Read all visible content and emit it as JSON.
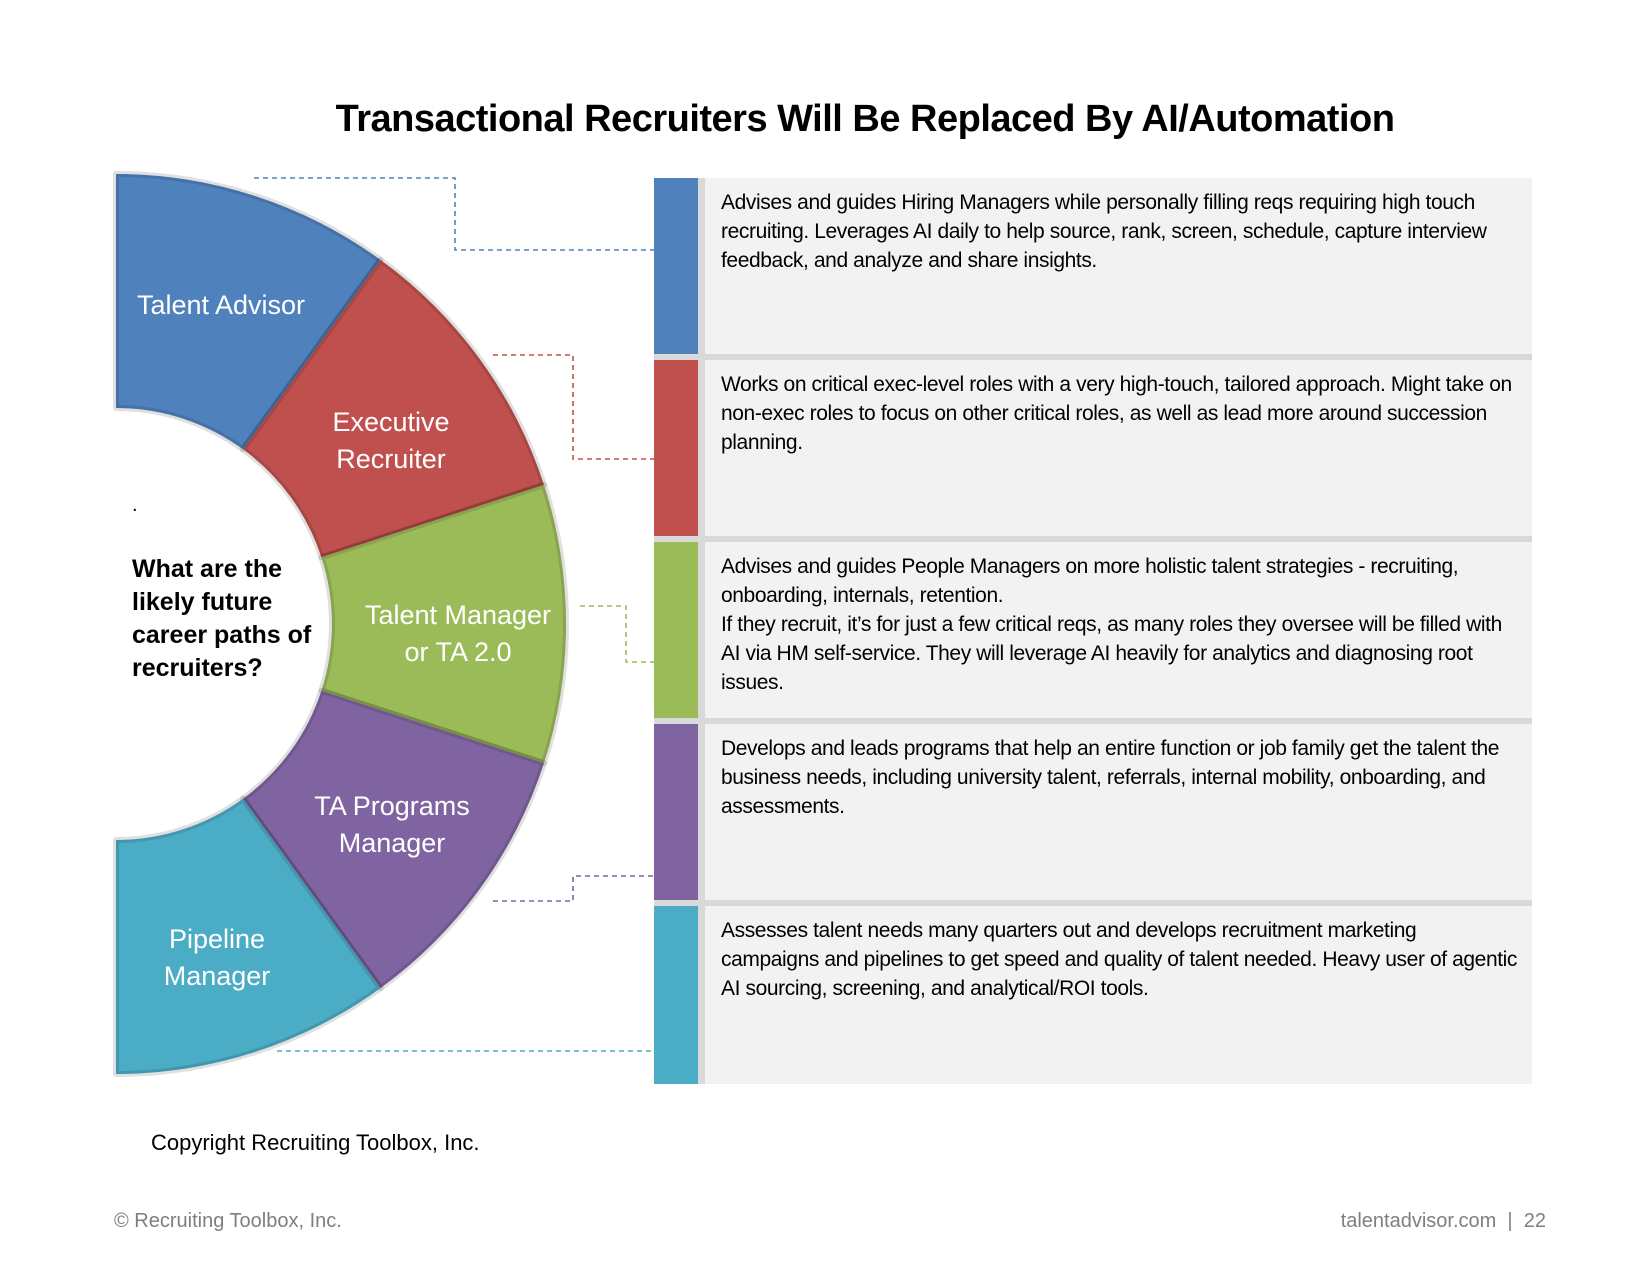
{
  "title": "Transactional Recruiters Will Be Replaced By AI/Automation",
  "question": "What are the likely future career paths of recruiters?",
  "dot": ".",
  "segments": [
    {
      "label_lines": [
        "Talent Advisor"
      ],
      "color": "#4F81BD",
      "description": "Advises and guides Hiring Managers while personally filling reqs requiring high touch recruiting. Leverages AI daily to help source, rank, screen, schedule, capture interview feedback, and analyze and share insights."
    },
    {
      "label_lines": [
        "Executive",
        "Recruiter"
      ],
      "color": "#C0504D",
      "description": "Works on critical exec-level roles with a very high-touch, tailored approach. Might take on non-exec roles to focus on other critical roles, as well as lead more around succession planning."
    },
    {
      "label_lines": [
        "Talent Manager",
        "or TA 2.0"
      ],
      "color": "#9BBB59",
      "description": "Advises and guides People Managers on more holistic talent strategies - recruiting, onboarding, internals, retention.",
      "description2": "If they recruit, it’s for just a few critical reqs, as many roles they oversee will be filled with AI via HM self-service. They will leverage AI heavily for analytics and diagnosing root issues."
    },
    {
      "label_lines": [
        "TA Programs",
        "Manager"
      ],
      "color": "#8064A2",
      "description": "Develops and leads programs that help an entire function or job family get the talent the business needs, including university talent, referrals, internal mobility, onboarding, and assessments."
    },
    {
      "label_lines": [
        "Pipeline",
        "Manager"
      ],
      "color": "#4BACC6",
      "description": "Assesses talent needs many quarters out and develops recruitment marketing campaigns and pipelines to get speed and quality of talent needed.  Heavy user of agentic AI sourcing, screening, and analytical/ROI tools."
    }
  ],
  "copyright": "Copyright Recruiting Toolbox, Inc.",
  "footer": {
    "left": "© Recruiting Toolbox, Inc.",
    "right": "talentadvisor.com  |  22"
  }
}
